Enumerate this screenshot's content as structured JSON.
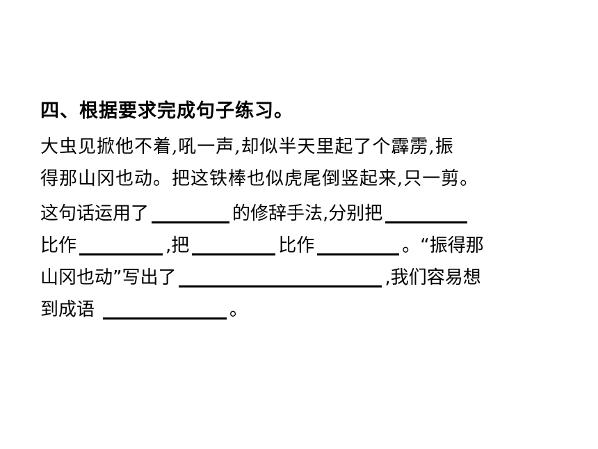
{
  "heading": "四、根据要求完成句子练习。",
  "passage": {
    "line1": "大虫见掀他不着,吼一声,却似半天里起了个霹雳,振",
    "line2": "得那山冈也动。把这铁棒也似虎尾倒竖起来,只一剪。"
  },
  "question": {
    "l1_a": "这句话运用了",
    "l1_b": "的修辞手法,分别把",
    "l2_a": "比作",
    "l2_b": ",把",
    "l2_c": "比作",
    "l2_d": "。“振得那",
    "l3_a": "山冈也动”写出了",
    "l3_b": ",我们容易想",
    "l4_a": "到成语",
    "l4_b": "。"
  }
}
